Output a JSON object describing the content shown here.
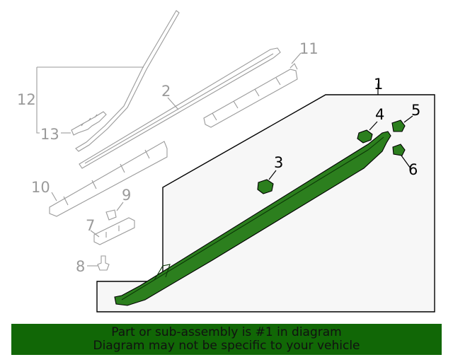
{
  "colors": {
    "accent_green": "#116706",
    "part_green": "#2c7f1e",
    "callout_gray": "#9a9a9a",
    "panel_fill": "#f7f7f7"
  },
  "callouts": {
    "c1": "1",
    "c2": "2",
    "c3": "3",
    "c4": "4",
    "c5": "5",
    "c6": "6",
    "c7": "7",
    "c8": "8",
    "c9": "9",
    "c10": "10",
    "c11": "11",
    "c12": "12",
    "c13": "13"
  },
  "banner": {
    "line1": "Part or sub-assembly is #1 in diagram",
    "line2": "Diagram may not be specific to your vehicle"
  }
}
